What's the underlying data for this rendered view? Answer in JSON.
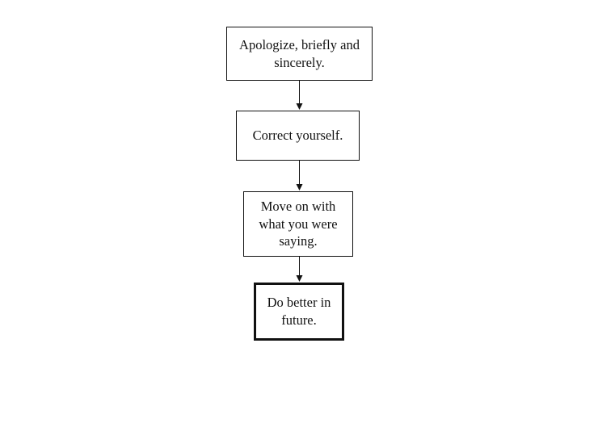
{
  "flowchart": {
    "title": "apology-flowchart",
    "steps": [
      {
        "id": 1,
        "label": "Apologize, briefly and sincerely.",
        "border": "thin"
      },
      {
        "id": 2,
        "label": "Correct yourself.",
        "border": "thin"
      },
      {
        "id": 3,
        "label": "Move on with what you were saying.",
        "border": "thin"
      },
      {
        "id": 4,
        "label": "Do better in future.",
        "border": "thick"
      }
    ],
    "connectors": [
      {
        "from": 1,
        "to": 2,
        "type": "arrow-down"
      },
      {
        "from": 2,
        "to": 3,
        "type": "arrow-down"
      },
      {
        "from": 3,
        "to": 4,
        "type": "arrow-down"
      }
    ],
    "colors": {
      "background": "#ffffff",
      "box_fill": "#ffffff",
      "box_border": "#111111",
      "text": "#111111",
      "arrow": "#111111"
    }
  }
}
